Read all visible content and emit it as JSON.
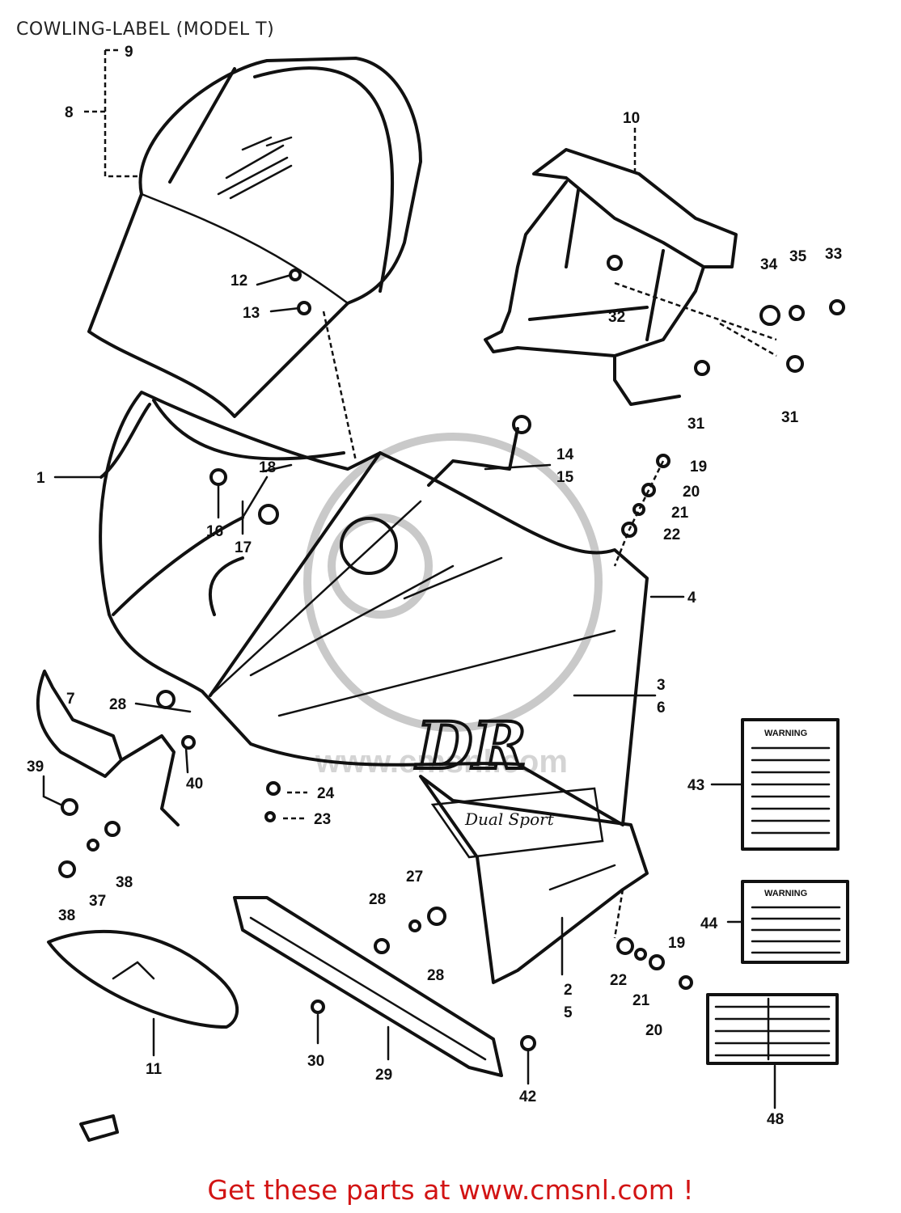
{
  "title": "COWLING-LABEL (MODEL T)",
  "footer": "Get these parts at www.cmsnl.com !",
  "watermark": "www.cmsnl.com",
  "decal_text": {
    "logo": "DR",
    "script": "Dual Sport"
  },
  "labels": {
    "warning_1": "WARNING",
    "warning_2": "WARNING"
  },
  "callouts": [
    {
      "id": "c9",
      "text": "9"
    },
    {
      "id": "c8",
      "text": "8"
    },
    {
      "id": "c10",
      "text": "10"
    },
    {
      "id": "c12",
      "text": "12"
    },
    {
      "id": "c13",
      "text": "13"
    },
    {
      "id": "c34",
      "text": "34"
    },
    {
      "id": "c35",
      "text": "35"
    },
    {
      "id": "c33",
      "text": "33"
    },
    {
      "id": "c32",
      "text": "32"
    },
    {
      "id": "c31a",
      "text": "31"
    },
    {
      "id": "c31b",
      "text": "31"
    },
    {
      "id": "c1",
      "text": "1"
    },
    {
      "id": "c18",
      "text": "18"
    },
    {
      "id": "c16",
      "text": "16"
    },
    {
      "id": "c17",
      "text": "17"
    },
    {
      "id": "c14",
      "text": "14"
    },
    {
      "id": "c15",
      "text": "15"
    },
    {
      "id": "c19a",
      "text": "19"
    },
    {
      "id": "c20a",
      "text": "20"
    },
    {
      "id": "c21a",
      "text": "21"
    },
    {
      "id": "c22a",
      "text": "22"
    },
    {
      "id": "c4",
      "text": "4"
    },
    {
      "id": "c3",
      "text": "3"
    },
    {
      "id": "c6",
      "text": "6"
    },
    {
      "id": "c7",
      "text": "7"
    },
    {
      "id": "c28a",
      "text": "28"
    },
    {
      "id": "c39",
      "text": "39"
    },
    {
      "id": "c40",
      "text": "40"
    },
    {
      "id": "c24",
      "text": "24"
    },
    {
      "id": "c23",
      "text": "23"
    },
    {
      "id": "c43",
      "text": "43"
    },
    {
      "id": "c38a",
      "text": "38"
    },
    {
      "id": "c37",
      "text": "37"
    },
    {
      "id": "c38b",
      "text": "38"
    },
    {
      "id": "c27",
      "text": "27"
    },
    {
      "id": "c28b",
      "text": "28"
    },
    {
      "id": "c28c",
      "text": "28"
    },
    {
      "id": "c44",
      "text": "44"
    },
    {
      "id": "c2",
      "text": "2"
    },
    {
      "id": "c5",
      "text": "5"
    },
    {
      "id": "c22b",
      "text": "22"
    },
    {
      "id": "c19b",
      "text": "19"
    },
    {
      "id": "c21b",
      "text": "21"
    },
    {
      "id": "c20b",
      "text": "20"
    },
    {
      "id": "c11",
      "text": "11"
    },
    {
      "id": "c30",
      "text": "30"
    },
    {
      "id": "c29",
      "text": "29"
    },
    {
      "id": "c42",
      "text": "42"
    },
    {
      "id": "c48",
      "text": "48"
    }
  ],
  "colors": {
    "footer": "#d21414",
    "ink": "#111111",
    "watermark": "#c9c9c9"
  }
}
